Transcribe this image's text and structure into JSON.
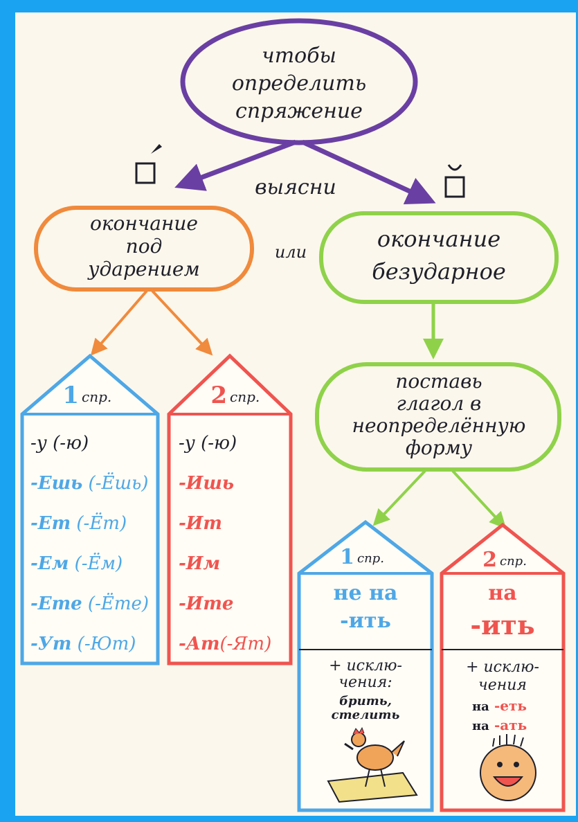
{
  "colors": {
    "purple": "#6a3fa3",
    "orange": "#f08a3c",
    "green": "#8fd24a",
    "blue": "#4ea7e6",
    "red": "#f0544f",
    "ink": "#1f1f2a"
  },
  "root": {
    "lines": [
      "чтобы",
      "определить",
      "спряжение"
    ]
  },
  "stress_marks": {
    "stressed_symbol": "□́",
    "unstressed_symbol": "□̆"
  },
  "connector_find_out": "выясни",
  "connector_or": "или",
  "stressed_node": {
    "lines": [
      "окончание",
      "под",
      "ударением"
    ]
  },
  "unstressed_node": {
    "lines": [
      "окончание",
      "безударное"
    ]
  },
  "conj1_house": {
    "number": "1",
    "abbr": "спр.",
    "endings": [
      {
        "a": "-у",
        "b": " (-ю)",
        "hl": false
      },
      {
        "a": "-Ешь",
        "b": " (-Ёшь)",
        "hl": true
      },
      {
        "a": "-Ет",
        "b": " (-Ёт)",
        "hl": true
      },
      {
        "a": "-Ем",
        "b": " (-Ём)",
        "hl": true
      },
      {
        "a": "-Ете",
        "b": " (-Ёте)",
        "hl": true
      },
      {
        "a": "-Ут",
        "b": " (-Ют)",
        "hl": true
      }
    ]
  },
  "conj2_house": {
    "number": "2",
    "abbr": "спр.",
    "endings": [
      {
        "a": "-у",
        "b": " (-ю)",
        "hl": false
      },
      {
        "a": "-Ишь",
        "b": "",
        "hl": true
      },
      {
        "a": "-Ит",
        "b": "",
        "hl": true
      },
      {
        "a": "-Им",
        "b": "",
        "hl": true
      },
      {
        "a": "-Ите",
        "b": "",
        "hl": true
      },
      {
        "a": "-Ат",
        "b": "(-Ят)",
        "hl": true
      }
    ]
  },
  "infinitive_node": {
    "lines": [
      "поставь",
      "глагол  в",
      "неопределённую",
      "форму"
    ]
  },
  "inf_conj1": {
    "number": "1",
    "abbr": "спр.",
    "ending_lines": [
      "не на",
      "-ить"
    ],
    "exceptions_lines": [
      "+ исклю-",
      "чения:",
      "брить,",
      "стелить"
    ]
  },
  "inf_conj2": {
    "number": "2",
    "abbr": "спр.",
    "ending_lines": [
      "на",
      "-ить"
    ],
    "exceptions_lines": [
      "+ исклю-",
      "чения"
    ],
    "exception_items": [
      {
        "prefix": "на",
        "ending": "-еть"
      },
      {
        "prefix": "на",
        "ending": "-ать"
      }
    ]
  }
}
